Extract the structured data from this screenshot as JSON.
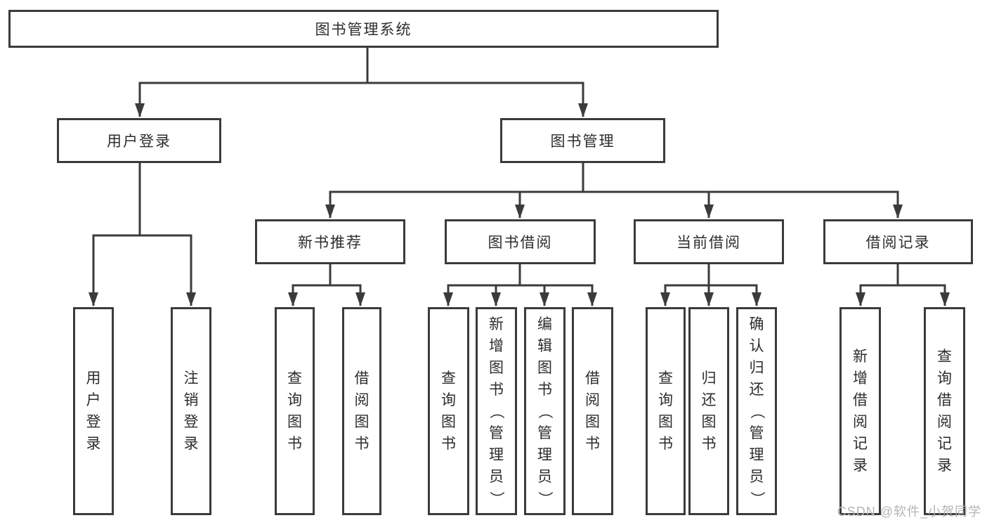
{
  "diagram": {
    "type": "hierarchy-structure-diagram",
    "nodes": {
      "root": {
        "label": "图书管理系统"
      },
      "user_login": {
        "label": "用户登录"
      },
      "book_management": {
        "label": "图书管理"
      },
      "new_book_recommend": {
        "label": "新书推荐"
      },
      "book_borrow": {
        "label": "图书借阅"
      },
      "current_borrow": {
        "label": "当前借阅"
      },
      "borrow_record": {
        "label": "借阅记录"
      },
      "leaf_user_login": {
        "label": "用户登录"
      },
      "leaf_logout": {
        "label": "注销登录"
      },
      "leaf_query_book_recommend": {
        "label": "查询图书"
      },
      "leaf_borrow_book_recommend": {
        "label": "借阅图书"
      },
      "leaf_query_book_borrow": {
        "label": "查询图书"
      },
      "leaf_add_book": {
        "label": "新增图书（管理员）"
      },
      "leaf_edit_book": {
        "label": "编辑图书（管理员）"
      },
      "leaf_borrow_book_borrow": {
        "label": "借阅图书"
      },
      "leaf_query_book_current": {
        "label": "查询图书"
      },
      "leaf_return_book": {
        "label": "归还图书"
      },
      "leaf_confirm_return": {
        "label": "确认归还（管理员）"
      },
      "leaf_add_borrow_record": {
        "label": "新增借阅记录"
      },
      "leaf_query_borrow_record": {
        "label": "查询借阅记录"
      }
    },
    "edges": [
      "root->user_login",
      "root->book_management",
      "user_login->leaf_user_login",
      "user_login->leaf_logout",
      "book_management->new_book_recommend",
      "book_management->book_borrow",
      "book_management->current_borrow",
      "book_management->borrow_record",
      "new_book_recommend->leaf_query_book_recommend",
      "new_book_recommend->leaf_borrow_book_recommend",
      "book_borrow->leaf_query_book_borrow",
      "book_borrow->leaf_add_book",
      "book_borrow->leaf_edit_book",
      "book_borrow->leaf_borrow_book_borrow",
      "current_borrow->leaf_query_book_current",
      "current_borrow->leaf_return_book",
      "current_borrow->leaf_confirm_return",
      "borrow_record->leaf_add_borrow_record",
      "borrow_record->leaf_query_borrow_record"
    ],
    "colors": {
      "line": "#3b3b3b",
      "box_border": "#3b3b3b",
      "box_background": "#ffffff",
      "text": "#2d2d2d",
      "watermark": "#b5b5b5",
      "page_background": "#ffffff"
    }
  },
  "watermark": {
    "label": "CSDN @软件_小贺同学"
  }
}
